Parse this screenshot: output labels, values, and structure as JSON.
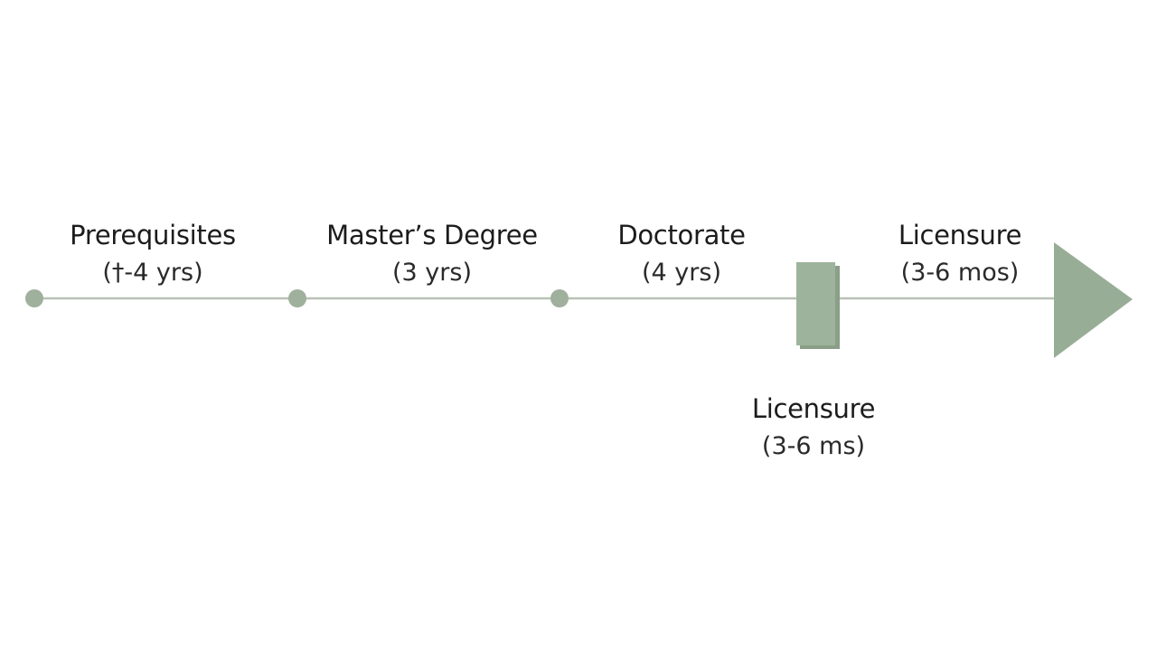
{
  "diagram": {
    "type": "timeline",
    "colors": {
      "line": "#b8c2b6",
      "marker": "#9fb09c",
      "rect": "#9db39c",
      "rect_shadow": "#8a9e88",
      "arrow": "#98ad96",
      "text": "#1c1c1c",
      "background": "#ffffff"
    },
    "stages": [
      {
        "title": "Prerequisites",
        "duration": "(†-4 yrs)"
      },
      {
        "title": "Master’s Degree",
        "duration": "(3 yrs)"
      },
      {
        "title": "Doctorate",
        "duration": "(4 yrs)"
      },
      {
        "title": "Licensure",
        "duration": "(3-6 mos)"
      }
    ],
    "milestone_label": {
      "title": "Licensure",
      "duration": "(3-6 ms)"
    }
  }
}
